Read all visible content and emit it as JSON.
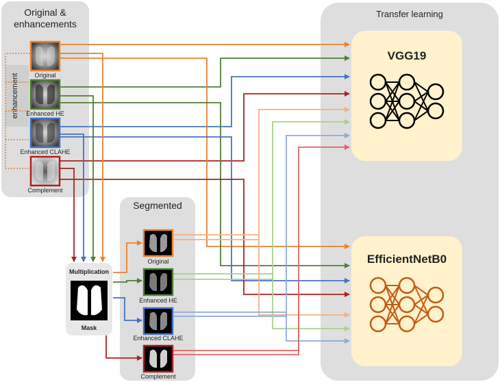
{
  "panels": {
    "original_title_line1": "Original &",
    "original_title_line2": "enhancements",
    "enhancement_label": "enhancement",
    "segmented_title": "Segmented",
    "transfer_title": "Transfer learning"
  },
  "images": {
    "original": "Original",
    "he": "Enhanced HE",
    "clahe": "Enhanced CLAHE",
    "complement": "Complement"
  },
  "multiplication_label": "Multiplication",
  "mask_label": "Mask",
  "models": {
    "vgg": "VGG19",
    "effnet": "EfficientNetB0"
  },
  "colors": {
    "original": "#e8822e",
    "he": "#4f7f35",
    "clahe": "#4472c4",
    "complement": "#b01f1f",
    "seg_original": "#f4b183",
    "seg_he": "#a9d18e",
    "seg_clahe": "#8faadc",
    "seg_complement": "#e06666",
    "panel": "#dedede",
    "model_bg": "#fff2cc",
    "effnet_net": "#c55a11",
    "vgg_net": "#000000"
  },
  "icons": [
    "xray-thumbnail",
    "lung-mask",
    "neural-network-icon",
    "arrow"
  ]
}
